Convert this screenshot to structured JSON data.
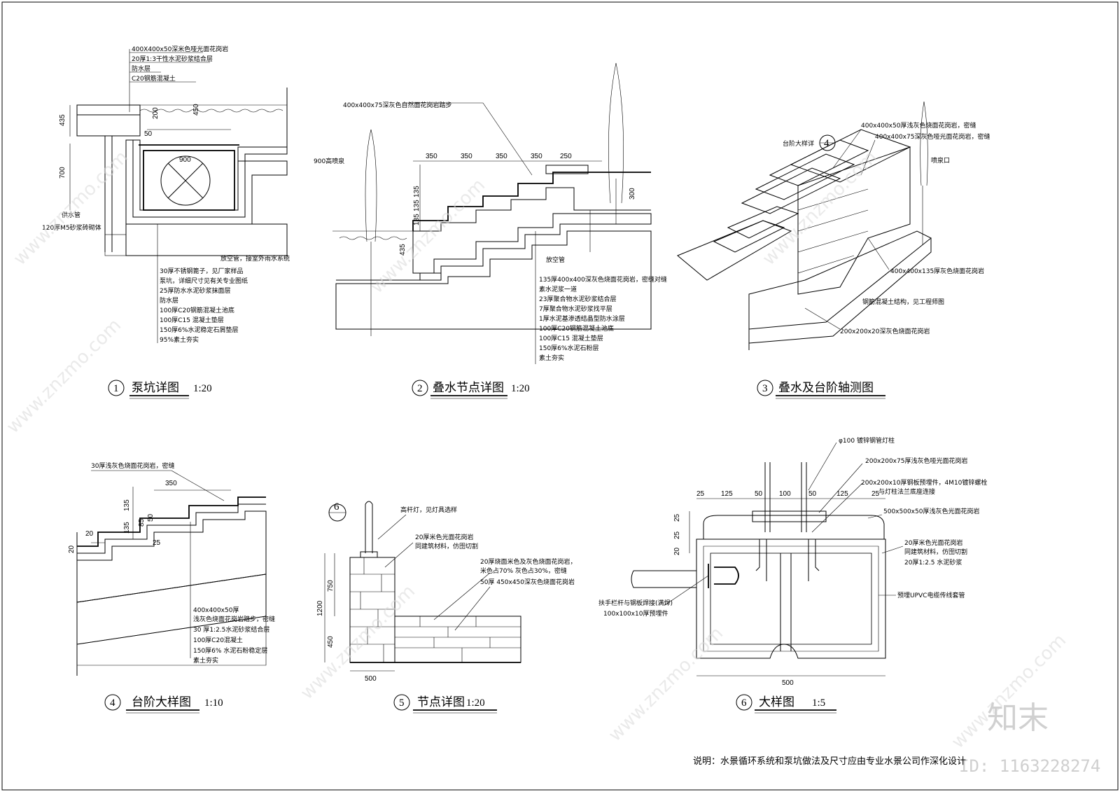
{
  "drawings": [
    {
      "id": "d1",
      "number": "1",
      "title": "泵坑详图",
      "scale": "1:20",
      "top_labels": [
        "400X400x50深米色哑光面花岗岩",
        "20厚1:3干性水泥砂浆结合层",
        "防水层",
        "C20钢筋混凝土"
      ],
      "bottom_labels": [
        "30厚不锈钢篦子，见厂家样品",
        "泵坑，详细尺寸见有关专业图纸",
        "25厚防水水泥砂浆抹面层",
        "防水层",
        "100厚C20钢筋混凝土池底",
        "100厚C15 混凝土垫层",
        "150厚6%水泥稳定石屑垫层",
        "95%素土夯实"
      ],
      "side_labels": [
        "供水管",
        "120厚M5砂浆砖砌体",
        "放空管，接室外雨水系统"
      ],
      "dims": [
        "435",
        "700",
        "200",
        "450",
        "50",
        "900"
      ]
    },
    {
      "id": "d2",
      "number": "2",
      "title": "叠水节点详图",
      "scale": "1:20",
      "top_labels": [
        "400x400x75深灰色自然面花岗岩踏步",
        "900高喷泉"
      ],
      "bottom_labels": [
        "135厚400x400深灰色烧面花岗岩，密缝对缝",
        "素水泥浆一道",
        "23厚聚合物水泥砂浆结合层",
        "7厚聚合物水泥砂浆找平层",
        "1厚水泥基渗透结晶型防水涂层",
        "100厚C20钢筋混凝土池底",
        "100厚C15 混凝土垫层",
        "150厚6%水泥石粉层",
        "素土夯实"
      ],
      "side_labels": [
        "放空管"
      ],
      "dims": [
        "350",
        "350",
        "350",
        "350",
        "250",
        "135",
        "135",
        "135",
        "435",
        "300"
      ]
    },
    {
      "id": "d3",
      "number": "3",
      "title": "叠水及台阶轴测图",
      "scale": "",
      "top_labels": [
        "400x400x50厚浅灰色烧面花岗岩，密缝",
        "400x400x75深灰色哑光面花岗岩，密缝",
        "台阶大样详",
        "喷泉口"
      ],
      "bottom_labels": [
        "400x400x135厚灰色烧面花岗岩",
        "钢筋混凝土结构，见工程师图",
        "200x200x20深灰色烧面花岗岩"
      ],
      "ref": "4"
    },
    {
      "id": "d4",
      "number": "4",
      "title": "台阶大样图",
      "scale": "1:10",
      "top_labels": [
        "30厚浅灰色烧面花岗岩，密缝"
      ],
      "bottom_labels": [
        "400x400x50厚",
        "浅灰色烧面花岗岩踏步，密缝",
        "30 厚1:2.5水泥砂浆结合层",
        "100厚C20混凝土",
        "150厚6% 水泥石粉稳定层",
        "素土夯实"
      ],
      "dims": [
        "350",
        "135",
        "135",
        "85",
        "50",
        "20",
        "25",
        "20"
      ]
    },
    {
      "id": "d5",
      "number": "5",
      "title": "节点详图",
      "scale": "1:20",
      "ref": "6",
      "top_labels": [
        "高杆灯，见灯具选样",
        "20厚米色光面花岗岩",
        "同建筑材料，仿囹切割",
        "20厚烧面米色及灰色烧面花岗岩，",
        "米色占70% 灰色占30%，密缝",
        "50厚 450x450深灰色烧面花岗岩"
      ],
      "dims": [
        "750",
        "1200",
        "450",
        "500"
      ]
    },
    {
      "id": "d6",
      "number": "6",
      "title": "大样图",
      "scale": "1:5",
      "top_labels": [
        "φ100 镀锌钢管灯柱",
        "200x200x75厚浅灰色哑光面花岗岩",
        "200x200x10厚钢板预埋件，4M10镀锌螺栓",
        "与灯柱法兰底座连接",
        "500x500x50厚浅灰色光面花岗岩",
        "20厚米色光面花岗岩",
        "同建筑材料，仿囹切割",
        "20厚1:2.5 水泥砂浆",
        "预埋UPVC电缆传线套管"
      ],
      "side_labels": [
        "扶手栏杆与钢板焊接(满焊)",
        "100x100x10厚预埋件"
      ],
      "dims": [
        "25",
        "125",
        "50",
        "100",
        "50",
        "125",
        "25",
        "25",
        "25",
        "20",
        "500"
      ]
    }
  ],
  "note": "说明：水景循环系统和泵坑做法及尺寸应由专业水景公司作深化设计",
  "watermark": {
    "site": "www.znzmo.com",
    "logo": "知末",
    "id": "ID: 1163228274"
  }
}
